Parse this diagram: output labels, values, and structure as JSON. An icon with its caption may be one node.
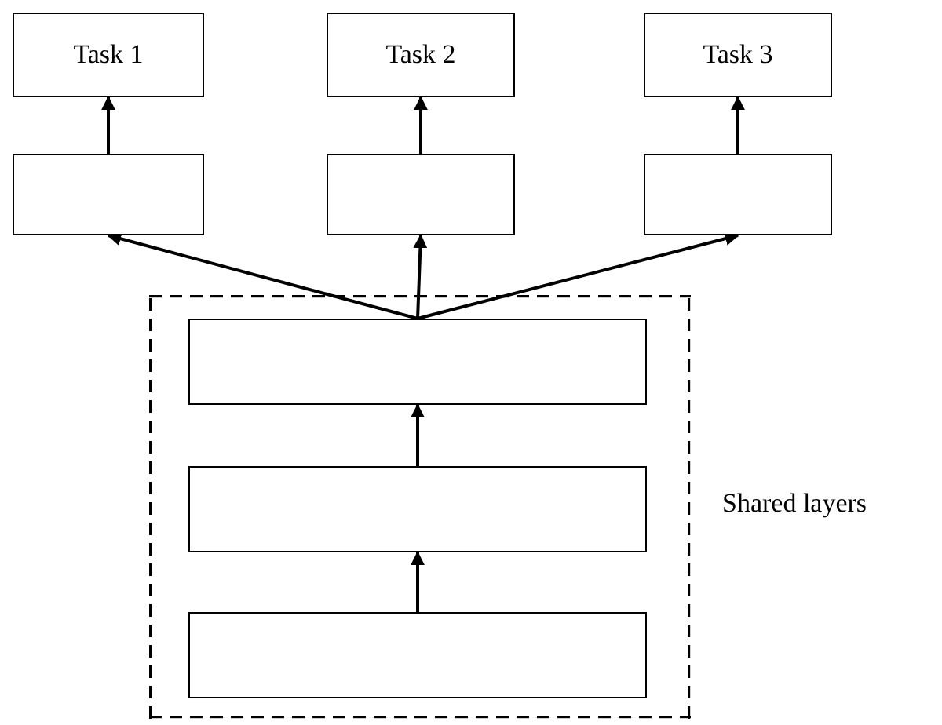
{
  "diagram": {
    "nodes": [
      {
        "text": [
          "Task 1"
        ]
      },
      {
        "text": [
          "Task 2"
        ]
      },
      {
        "text": [
          "Task 3"
        ]
      },
      {
        "text": [],
        "shape": "box"
      },
      {
        "text": [],
        "shape": "box"
      },
      {
        "text": [],
        "shape": "box"
      },
      {
        "text": [],
        "shape": "box",
        "beside": [
          "Shared layers"
        ]
      },
      {
        "text": [],
        "shape": "box",
        "in": 6
      },
      {
        "text": [],
        "shape": "box",
        "in": 6
      },
      {
        "text": [],
        "shape": "box",
        "in": 6
      }
    ],
    "edges": [
      {
        "from": 3,
        "to": 0,
        "arrow": "to"
      },
      {
        "from": 4,
        "to": 1,
        "arrow": "to"
      },
      {
        "from": 5,
        "to": 2,
        "arrow": "to"
      },
      {
        "from": 7,
        "to": 3,
        "arrow": "to"
      },
      {
        "from": 7,
        "to": 4,
        "arrow": "to"
      },
      {
        "from": 7,
        "to": 5,
        "arrow": "to"
      },
      {
        "from": 8,
        "to": 7,
        "arrow": "to"
      },
      {
        "from": 9,
        "to": 8,
        "arrow": "to"
      }
    ]
  }
}
